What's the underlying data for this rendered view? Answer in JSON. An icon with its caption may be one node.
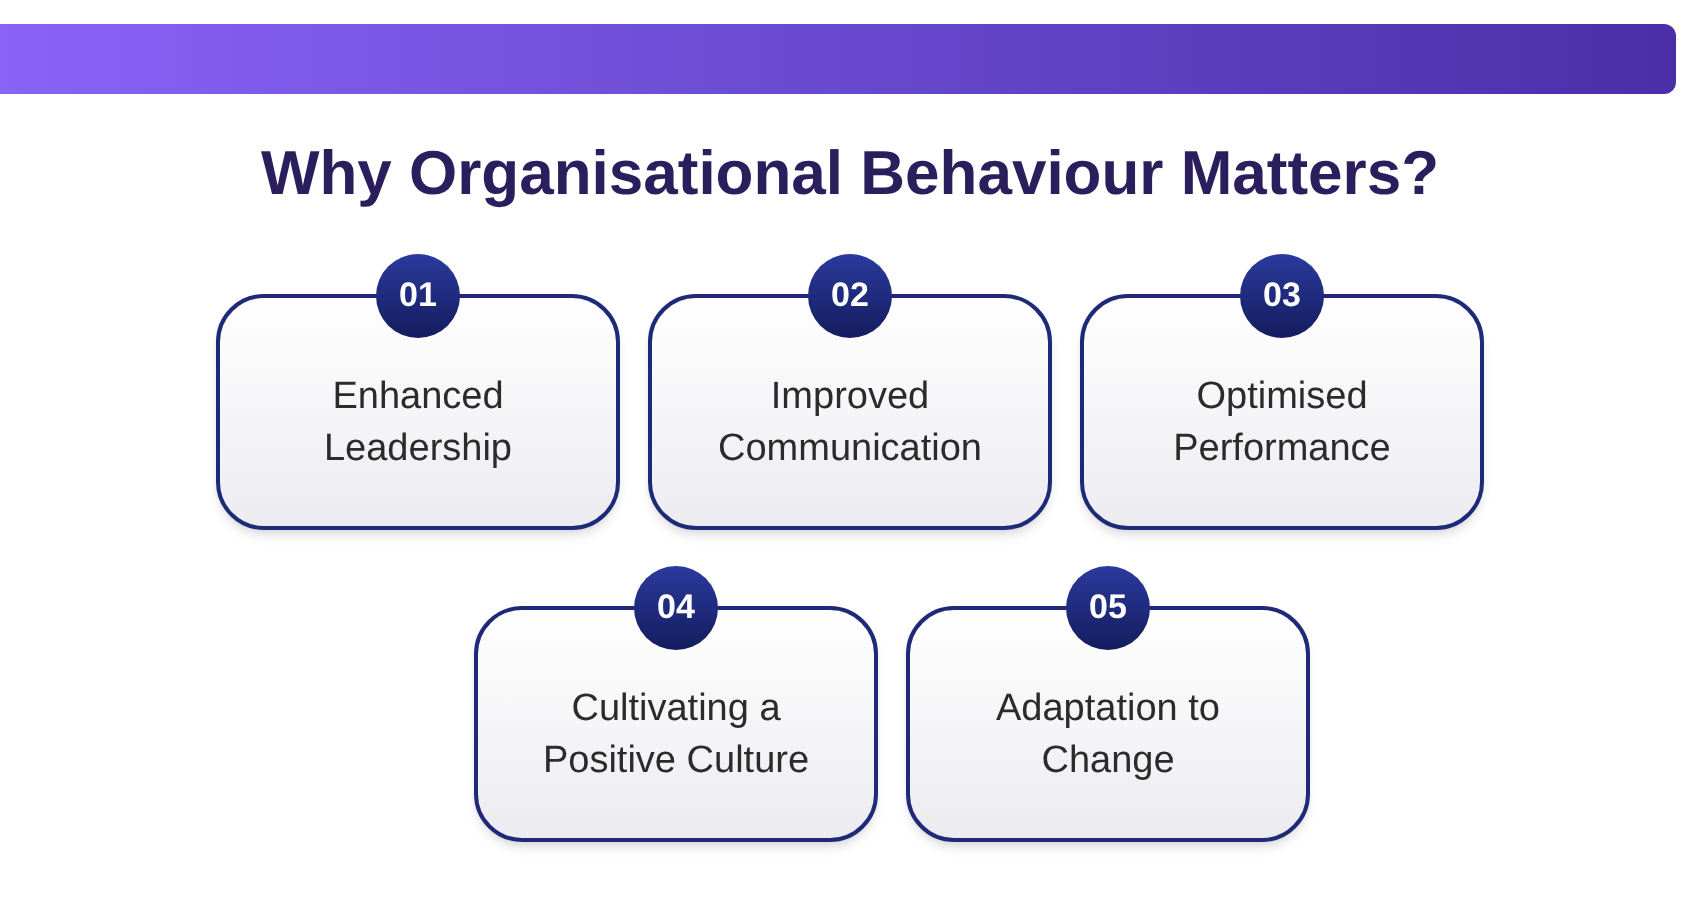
{
  "diagram": {
    "title": "Why Organisational Behaviour Matters?",
    "nodes": [
      {
        "text": [
          "01",
          "Enhanced Leadership"
        ]
      },
      {
        "text": [
          "02",
          "Improved Communication"
        ]
      },
      {
        "text": [
          "03",
          "Optimised Performance"
        ]
      },
      {
        "text": [
          "04",
          "Cultivating a Positive Culture"
        ]
      },
      {
        "text": [
          "05",
          "Adaptation to Change"
        ]
      }
    ]
  }
}
